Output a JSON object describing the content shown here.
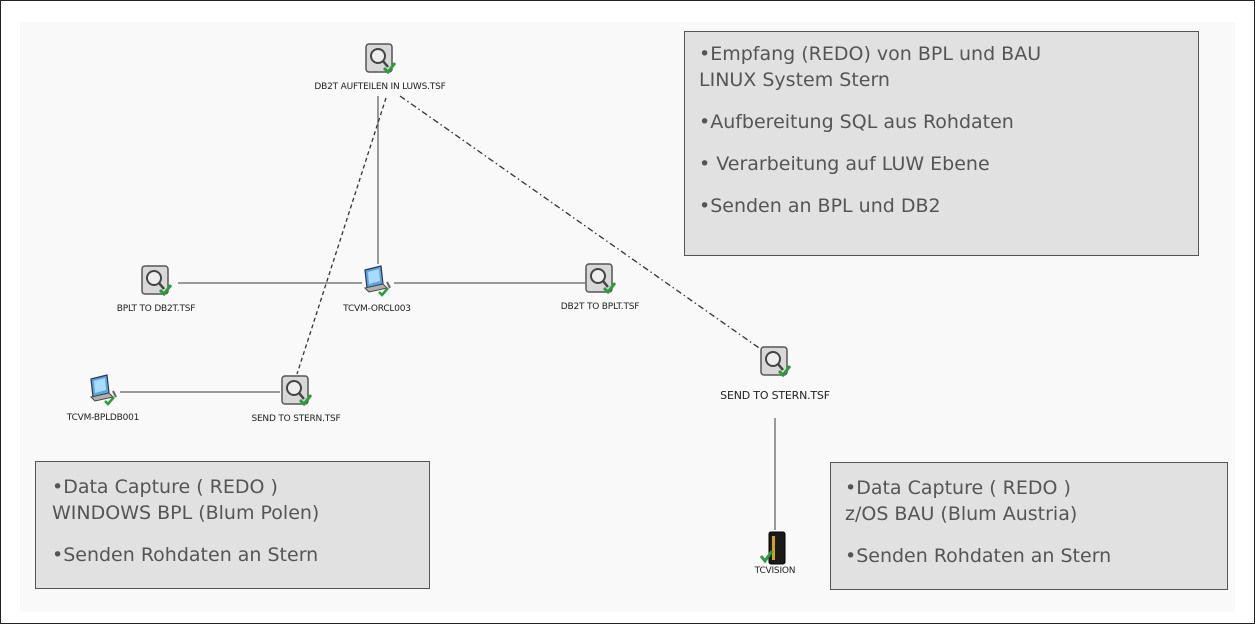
{
  "nodes": {
    "db2t_aufteilen": {
      "label": "DB2T AUFTEILEN IN LUWS.TSF",
      "icon": "process-file-icon"
    },
    "bplt_to_db2t": {
      "label": "BPLT TO DB2T.TSF",
      "icon": "process-file-icon"
    },
    "tcvm_orcl003": {
      "label": "TCVM-ORCL003",
      "icon": "computer-icon"
    },
    "db2t_to_bplt": {
      "label": "DB2T TO BPLT.TSF",
      "icon": "process-file-icon"
    },
    "tcvm_bpldb001": {
      "label": "TCVM-BPLDB001",
      "icon": "computer-icon"
    },
    "send_to_stern_left": {
      "label": "SEND TO STERN.TSF",
      "icon": "process-file-icon"
    },
    "send_to_stern_right": {
      "label": "SEND TO STERN.TSF",
      "icon": "process-file-icon"
    },
    "tcvision": {
      "label": "TCVISION",
      "icon": "mainframe-server-icon"
    }
  },
  "notes": {
    "linux": [
      "•Empfang (REDO) von BPL und BAU\nLINUX System Stern",
      "•Aufbereitung SQL aus Rohdaten",
      "• Verarbeitung auf LUW Ebene",
      "•Senden an BPL und DB2"
    ],
    "windows": [
      "•Data Capture ( REDO )\n WINDOWS BPL (Blum Polen)",
      "•Senden Rohdaten an Stern"
    ],
    "zos": [
      "•Data Capture ( REDO )\n z/OS BAU (Blum Austria)",
      "•Senden Rohdaten an Stern"
    ]
  },
  "colors": {
    "note_fill": "#e1e1e1",
    "note_text": "#555555",
    "link": "#999999",
    "dashed_link": "#333333",
    "check_green": "#2e9b3a"
  }
}
